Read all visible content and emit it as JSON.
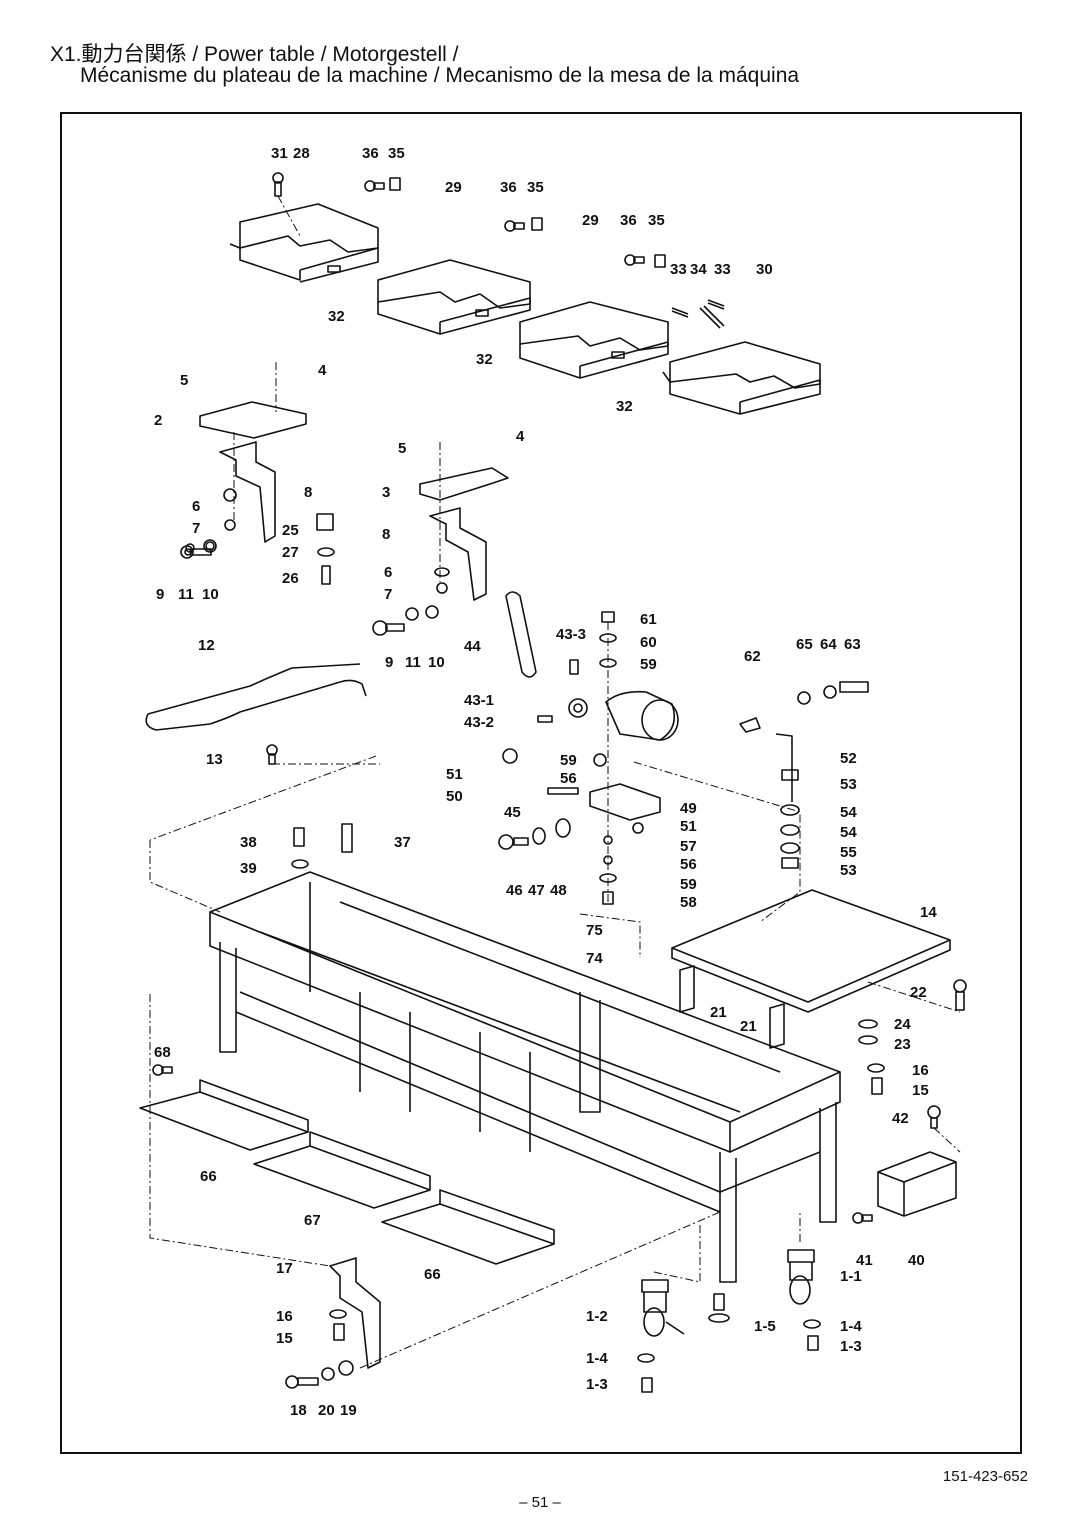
{
  "header": {
    "title_line1": "X1.動力台関係 / Power table / Motorgestell /",
    "title_line2": "Mécanisme du plateau de la machine / Mecanismo de la mesa de la máquina"
  },
  "footer": {
    "doc_number": "151-423-652",
    "page_number": "– 51 –"
  },
  "labels": {
    "l31": "31",
    "l28": "28",
    "l36a": "36",
    "l35a": "35",
    "l29a": "29",
    "l36b": "36",
    "l35b": "35",
    "l29b": "29",
    "l36c": "36",
    "l35c": "35",
    "l33a": "33",
    "l34": "34",
    "l33b": "33",
    "l30": "30",
    "l32a": "32",
    "l32b": "32",
    "l32c": "32",
    "l5a": "5",
    "l4a": "4",
    "l2": "2",
    "l8a": "8",
    "l6a": "6",
    "l7a": "7",
    "l25": "25",
    "l27": "27",
    "l26": "26",
    "l9a": "9",
    "l11a": "11",
    "l10a": "10",
    "l5b": "5",
    "l4b": "4",
    "l3": "3",
    "l8b": "8",
    "l6b": "6",
    "l7b": "7",
    "l9b": "9",
    "l11b": "11",
    "l10b": "10",
    "l12": "12",
    "l13": "13",
    "l44": "44",
    "l61": "61",
    "l43_3": "43-3",
    "l60": "60",
    "l59a": "59",
    "l43_1": "43-1",
    "l43_2": "43-2",
    "l62": "62",
    "l65": "65",
    "l64": "64",
    "l63": "63",
    "l52": "52",
    "l53a": "53",
    "l54a": "54",
    "l54b": "54",
    "l55": "55",
    "l53b": "53",
    "l59b": "59",
    "l56a": "56",
    "l51a": "51",
    "l50": "50",
    "l45": "45",
    "l49": "49",
    "l51b": "51",
    "l57": "57",
    "l56b": "56",
    "l59c": "59",
    "l58": "58",
    "l46": "46",
    "l47": "47",
    "l48": "48",
    "l38": "38",
    "l37": "37",
    "l39": "39",
    "l14": "14",
    "l75": "75",
    "l74": "74",
    "l21a": "21",
    "l21b": "21",
    "l22": "22",
    "l24": "24",
    "l23": "23",
    "l16a": "16",
    "l15a": "15",
    "l42": "42",
    "l68": "68",
    "l66a": "66",
    "l67": "67",
    "l66b": "66",
    "l40": "40",
    "l41": "41",
    "l17": "17",
    "l16b": "16",
    "l15b": "15",
    "l18": "18",
    "l20": "20",
    "l19": "19",
    "l1_1": "1-1",
    "l1_2": "1-2",
    "l1_5": "1-5",
    "l1_4a": "1-4",
    "l1_3a": "1-3",
    "l1_4b": "1-4",
    "l1_3b": "1-3"
  }
}
